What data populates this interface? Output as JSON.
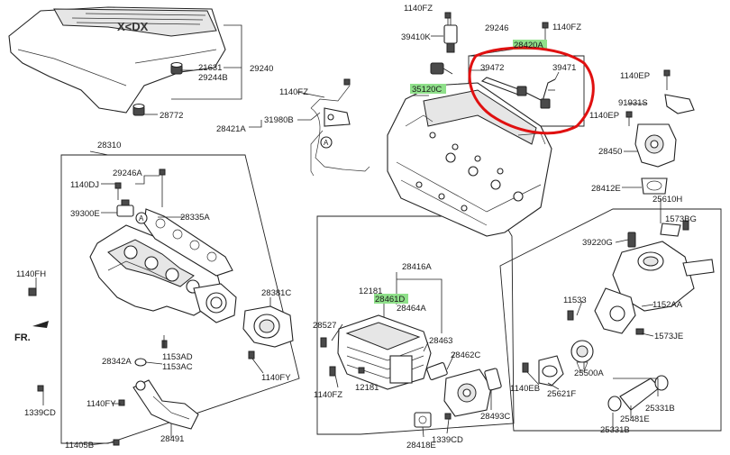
{
  "direction_label": "FR.",
  "highlight_color": "#8fe08a",
  "annotation_color": "#e01010",
  "reference_marker": "A",
  "labels": {
    "p1140fz_a": "1140FZ",
    "p29246_top": "29246",
    "p1140fz_b": "1140FZ",
    "p39410k": "39410K",
    "p28420a": "28420A",
    "p39472": "39472",
    "p39471": "39471",
    "p1140ep_a": "1140EP",
    "p21631": "21631",
    "p29244b": "29244B",
    "p29240": "29240",
    "p35120c": "35120C",
    "p1140fz_c": "1140FZ",
    "p91931s": "91931S",
    "p1140ep_b": "1140EP",
    "p28772": "28772",
    "p31980b": "31980B",
    "p28421a": "28421A",
    "p28450": "28450",
    "p28310": "28310",
    "p29246a": "29246A",
    "p1140dj": "1140DJ",
    "p28412e": "28412E",
    "p39300e": "39300E",
    "p28335a": "28335A",
    "p25610h": "25610H",
    "p1573bg": "1573BG",
    "p39220g": "39220G",
    "p28416a": "28416A",
    "p1140fh": "1140FH",
    "p12181_a": "12181",
    "p28461d": "28461D",
    "p28464a": "28464A",
    "p28381c": "28381C",
    "p11533": "11533",
    "p1152aa": "1152AA",
    "p28527": "28527",
    "p1573je": "1573JE",
    "p28463": "28463",
    "p28342a": "28342A",
    "p1153ad": "1153AD",
    "p1153ac": "1153AC",
    "p28462c": "28462C",
    "p1140fy_a": "1140FY",
    "p1140fz_d": "1140FZ",
    "p12181_b": "12181",
    "p28493c": "28493C",
    "p1140eb": "1140EB",
    "p25621f": "25621F",
    "p25500a": "25500A",
    "p1140fy_b": "1140FY",
    "p1339cd_a": "1339CD",
    "p25331b_a": "25331B",
    "p25481e": "25481E",
    "p28491": "28491",
    "p1339cd_b": "1339CD",
    "p25331b_b": "25331B",
    "p11405b": "11405B",
    "p28418e": "28418E"
  }
}
